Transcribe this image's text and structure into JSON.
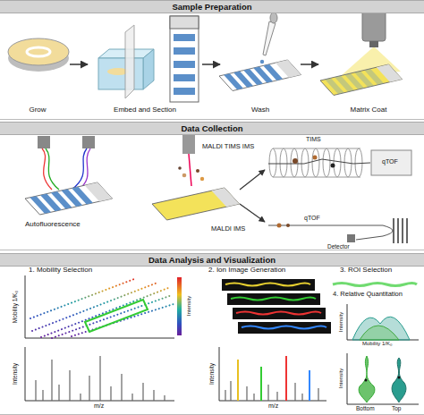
{
  "diagram": {
    "nodes": [
      {
        "text": [
          "Sample Preparation"
        ]
      },
      {
        "text": [
          "Grow"
        ],
        "in": 0
      },
      {
        "text": [
          "Embed and Section"
        ],
        "in": 0
      },
      {
        "text": [
          "Wash"
        ],
        "in": 0
      },
      {
        "text": [
          "Matrix Coat"
        ],
        "in": 0
      },
      {
        "text": [
          "Data Collection"
        ]
      },
      {
        "text": [
          "Data Analysis and Visualization"
        ]
      }
    ],
    "edges": [
      {
        "from": 1,
        "to": 2,
        "arrow": "to"
      },
      {
        "from": 2,
        "to": 3,
        "arrow": "to"
      },
      {
        "from": 3,
        "to": 4,
        "arrow": "to"
      }
    ],
    "labels": [
      "Autofluorescence",
      "MALDI TIMS IMS",
      "TIMS",
      "qTOF",
      "MALDI IMS",
      "qTOF",
      "Detector",
      "1. Mobility Selection",
      "Mobility 1/K₀",
      "Intensity",
      "Intensity",
      "m/z",
      "2. Ion Image Generation",
      "Intensity",
      "m/z",
      "3. ROI Selection",
      "4. Relative Quantitation",
      "Intensity",
      "Mobility 1/K₀",
      "Intensity",
      "Bottom",
      "Top"
    ]
  }
}
